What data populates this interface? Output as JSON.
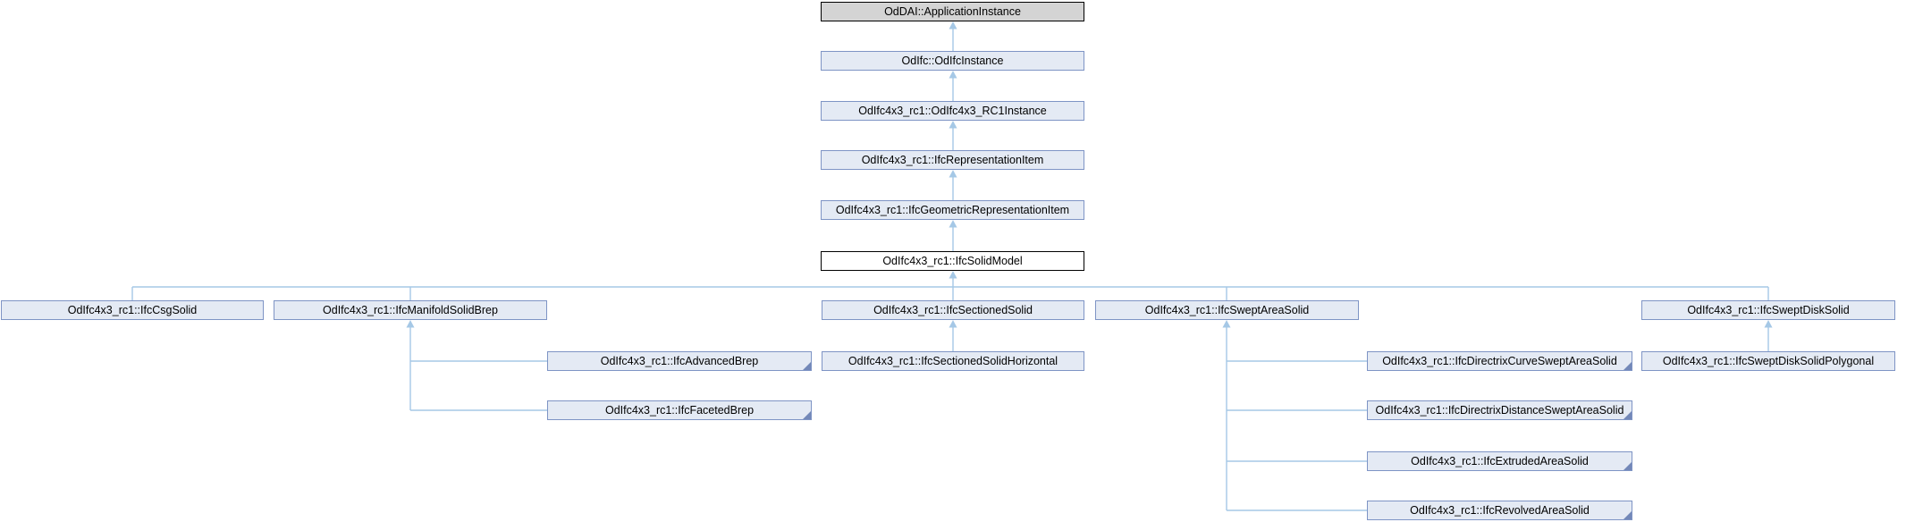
{
  "diagram": {
    "kind": "class-inheritance-graph",
    "current_class": "OdIfc4x3_rc1::IfcSolidModel",
    "colors": {
      "background": "#FFFFFF",
      "node_fill": "#E4EAF4",
      "node_border": "#7E94C5",
      "external_node_fill": "#D4D4D4",
      "external_node_border": "#000000",
      "current_node_fill": "#FFFFFF",
      "current_node_border": "#000000",
      "edge": "#A5C8E6",
      "truncation_marker": "#7388B8",
      "text": "#000000"
    },
    "nodes": [
      {
        "id": "app-instance",
        "label": "OdDAI::ApplicationInstance",
        "kind": "external",
        "truncated": false
      },
      {
        "id": "odifc-instance",
        "label": "OdIfc::OdIfcInstance",
        "kind": "class",
        "truncated": false
      },
      {
        "id": "rc1-instance",
        "label": "OdIfc4x3_rc1::OdIfc4x3_RC1Instance",
        "kind": "class",
        "truncated": false
      },
      {
        "id": "representation-item",
        "label": "OdIfc4x3_rc1::IfcRepresentationItem",
        "kind": "class",
        "truncated": false
      },
      {
        "id": "geometric-representation-item",
        "label": "OdIfc4x3_rc1::IfcGeometricRepresentationItem",
        "kind": "class",
        "truncated": false
      },
      {
        "id": "solid-model",
        "label": "OdIfc4x3_rc1::IfcSolidModel",
        "kind": "current",
        "truncated": false
      },
      {
        "id": "csg-solid",
        "label": "OdIfc4x3_rc1::IfcCsgSolid",
        "kind": "class",
        "truncated": false
      },
      {
        "id": "manifold-solid-brep",
        "label": "OdIfc4x3_rc1::IfcManifoldSolidBrep",
        "kind": "class",
        "truncated": false
      },
      {
        "id": "sectioned-solid",
        "label": "OdIfc4x3_rc1::IfcSectionedSolid",
        "kind": "class",
        "truncated": false
      },
      {
        "id": "swept-area-solid",
        "label": "OdIfc4x3_rc1::IfcSweptAreaSolid",
        "kind": "class",
        "truncated": false
      },
      {
        "id": "swept-disk-solid",
        "label": "OdIfc4x3_rc1::IfcSweptDiskSolid",
        "kind": "class",
        "truncated": false
      },
      {
        "id": "advanced-brep",
        "label": "OdIfc4x3_rc1::IfcAdvancedBrep",
        "kind": "class",
        "truncated": true
      },
      {
        "id": "sectioned-solid-horizontal",
        "label": "OdIfc4x3_rc1::IfcSectionedSolidHorizontal",
        "kind": "class",
        "truncated": false
      },
      {
        "id": "directrix-curve-swept-area-solid",
        "label": "OdIfc4x3_rc1::IfcDirectrixCurveSweptAreaSolid",
        "kind": "class",
        "truncated": true
      },
      {
        "id": "swept-disk-solid-polygonal",
        "label": "OdIfc4x3_rc1::IfcSweptDiskSolidPolygonal",
        "kind": "class",
        "truncated": false
      },
      {
        "id": "faceted-brep",
        "label": "OdIfc4x3_rc1::IfcFacetedBrep",
        "kind": "class",
        "truncated": true
      },
      {
        "id": "directrix-distance-swept-area-solid",
        "label": "OdIfc4x3_rc1::IfcDirectrixDistanceSweptAreaSolid",
        "kind": "class",
        "truncated": true
      },
      {
        "id": "extruded-area-solid",
        "label": "OdIfc4x3_rc1::IfcExtrudedAreaSolid",
        "kind": "class",
        "truncated": true
      },
      {
        "id": "revolved-area-solid",
        "label": "OdIfc4x3_rc1::IfcRevolvedAreaSolid",
        "kind": "class",
        "truncated": true
      }
    ],
    "edges": [
      {
        "from": "odifc-instance",
        "to": "app-instance"
      },
      {
        "from": "rc1-instance",
        "to": "odifc-instance"
      },
      {
        "from": "representation-item",
        "to": "rc1-instance"
      },
      {
        "from": "geometric-representation-item",
        "to": "representation-item"
      },
      {
        "from": "solid-model",
        "to": "geometric-representation-item"
      },
      {
        "from": "csg-solid",
        "to": "solid-model"
      },
      {
        "from": "manifold-solid-brep",
        "to": "solid-model"
      },
      {
        "from": "sectioned-solid",
        "to": "solid-model"
      },
      {
        "from": "swept-area-solid",
        "to": "solid-model"
      },
      {
        "from": "swept-disk-solid",
        "to": "solid-model"
      },
      {
        "from": "advanced-brep",
        "to": "manifold-solid-brep"
      },
      {
        "from": "faceted-brep",
        "to": "manifold-solid-brep"
      },
      {
        "from": "sectioned-solid-horizontal",
        "to": "sectioned-solid"
      },
      {
        "from": "directrix-curve-swept-area-solid",
        "to": "swept-area-solid"
      },
      {
        "from": "directrix-distance-swept-area-solid",
        "to": "swept-area-solid"
      },
      {
        "from": "extruded-area-solid",
        "to": "swept-area-solid"
      },
      {
        "from": "revolved-area-solid",
        "to": "swept-area-solid"
      },
      {
        "from": "swept-disk-solid-polygonal",
        "to": "swept-disk-solid"
      }
    ]
  }
}
